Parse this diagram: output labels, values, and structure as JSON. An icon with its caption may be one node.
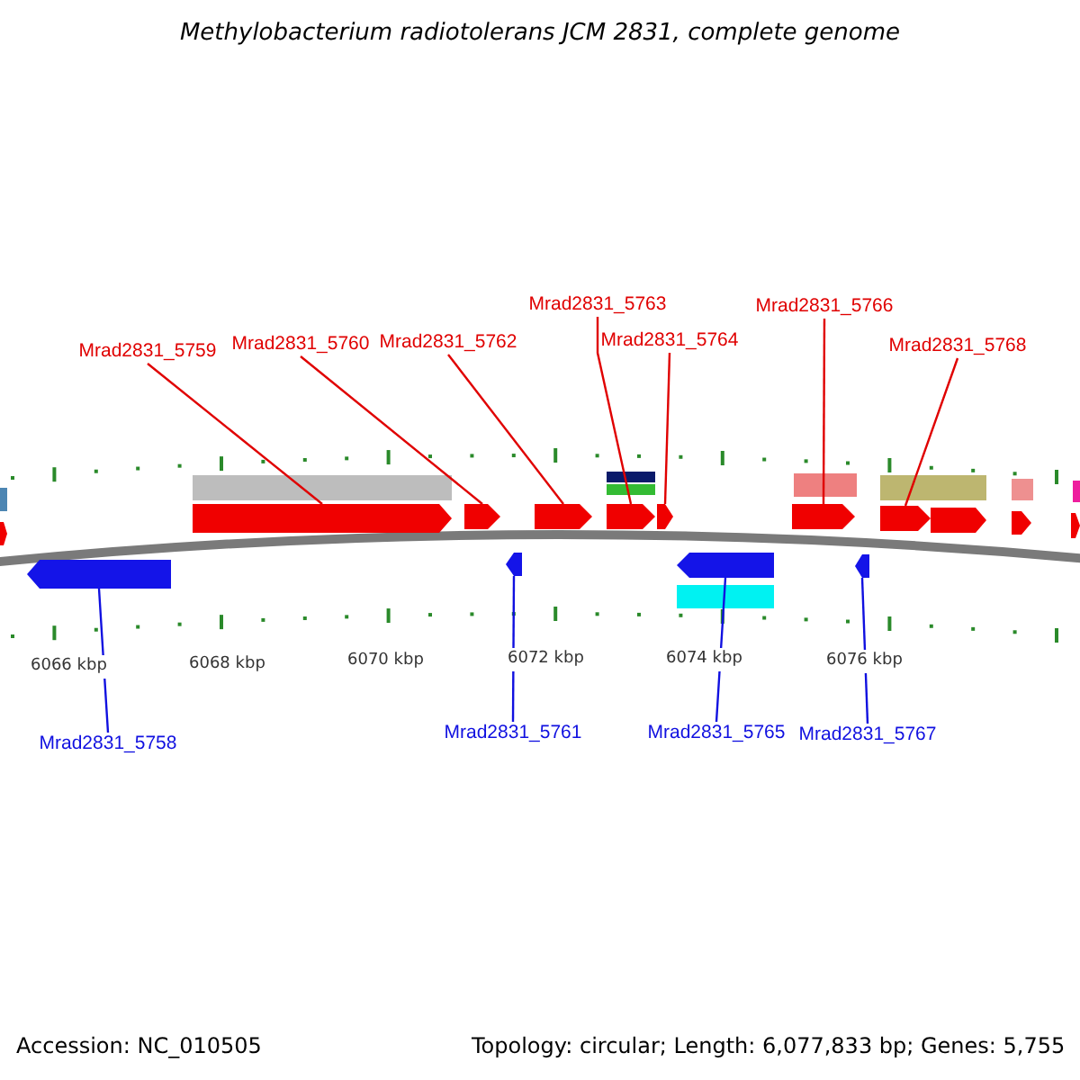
{
  "diagram": {
    "title": "Methylobacterium radiotolerans JCM 2831, complete genome",
    "nodes": [
      {
        "text": [
          "Mrad2831_5759"
        ]
      },
      {
        "text": [
          "Mrad2831_5760"
        ]
      },
      {
        "text": [
          "Mrad2831_5762"
        ]
      },
      {
        "text": [
          "Mrad2831_5763"
        ]
      },
      {
        "text": [
          "Mrad2831_5764"
        ]
      },
      {
        "text": [
          "Mrad2831_5766"
        ]
      },
      {
        "text": [
          "Mrad2831_5768"
        ]
      },
      {
        "text": [
          "Mrad2831_5758"
        ]
      },
      {
        "text": [
          "Mrad2831_5761"
        ]
      },
      {
        "text": [
          "Mrad2831_5765"
        ]
      },
      {
        "text": [
          "Mrad2831_5767"
        ]
      },
      {
        "text": [],
        "shape": "arrow"
      },
      {
        "text": [],
        "shape": "arrow"
      },
      {
        "text": [],
        "shape": "arrow"
      },
      {
        "text": [],
        "shape": "arrow"
      },
      {
        "text": [],
        "shape": "arrow"
      },
      {
        "text": [],
        "shape": "arrow"
      },
      {
        "text": [],
        "shape": "arrow"
      },
      {
        "text": [],
        "shape": "arrow"
      },
      {
        "text": [],
        "shape": "arrow"
      },
      {
        "text": [],
        "shape": "arrow"
      },
      {
        "text": [],
        "shape": "arrow"
      }
    ],
    "edges": [
      {
        "from": 0,
        "to": 11,
        "arrow": "none"
      },
      {
        "from": 1,
        "to": 12,
        "arrow": "none"
      },
      {
        "from": 2,
        "to": 13,
        "arrow": "none"
      },
      {
        "from": 3,
        "to": 14,
        "arrow": "none"
      },
      {
        "from": 4,
        "to": 15,
        "arrow": "none"
      },
      {
        "from": 5,
        "to": 16,
        "arrow": "none"
      },
      {
        "from": 6,
        "to": 17,
        "arrow": "none"
      },
      {
        "from": 7,
        "to": 18,
        "arrow": "none",
        "color": "#1010e0"
      },
      {
        "from": 8,
        "to": 19,
        "arrow": "none",
        "color": "#1010e0"
      },
      {
        "from": 9,
        "to": 20,
        "arrow": "none",
        "color": "#1010e0"
      },
      {
        "from": 10,
        "to": 21,
        "arrow": "none",
        "color": "#1010e0"
      }
    ],
    "labels": [
      "6066 kbp",
      "6068 kbp",
      "6070 kbp",
      "6072 kbp",
      "6074 kbp",
      "6076 kbp",
      "Accession: NC_010505",
      "Topology: circular; Length: 6,077,833 bp; Genes: 5,755"
    ]
  }
}
